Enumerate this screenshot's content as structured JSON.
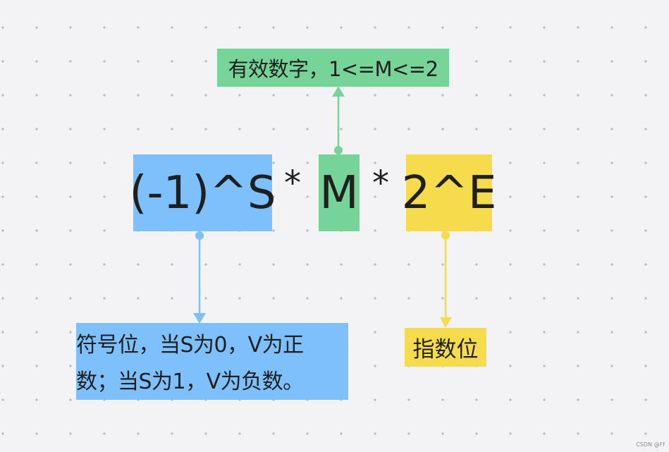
{
  "formula": {
    "sign_term": "(-1)^S",
    "operator": "*",
    "mantissa_term": "M",
    "exponent_term": "2^E"
  },
  "labels": {
    "mantissa": "有效数字，1<=M<=2",
    "sign_line1": "符号位，当S为0，V为正",
    "sign_line2": "数；当S为1，V为负数。",
    "exponent": "指数位"
  },
  "watermark": "CSDN @Ff",
  "colors": {
    "blue": "#7ec0fb",
    "green": "#77d498",
    "yellow": "#f6dc4d",
    "background": "#f3f3f5"
  }
}
